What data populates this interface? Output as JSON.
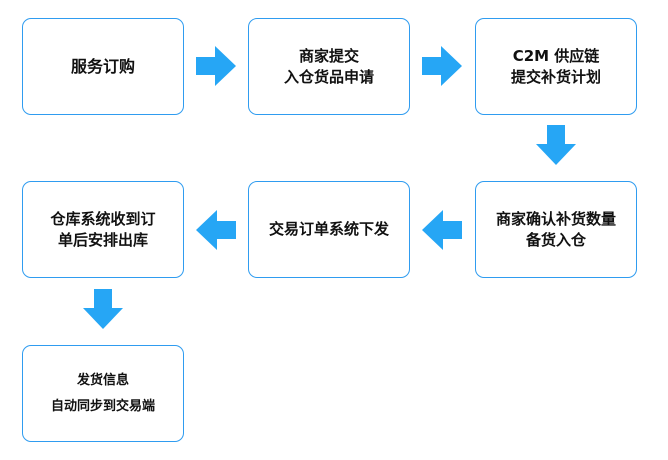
{
  "nodes": [
    {
      "id": "service-order",
      "lines": [
        "服务订购"
      ]
    },
    {
      "id": "merchant-submit",
      "lines": [
        "商家提交",
        "入仓货品申请"
      ]
    },
    {
      "id": "c2m-supply-chain",
      "lines": [
        "C2M 供应链",
        "提交补货计划"
      ]
    },
    {
      "id": "merchant-confirm",
      "lines": [
        "商家确认补货数量",
        "备货入仓"
      ]
    },
    {
      "id": "trading-order-dispatch",
      "lines": [
        "交易订单系统下发"
      ]
    },
    {
      "id": "warehouse-receive",
      "lines": [
        "仓库系统收到订",
        "单后安排出库"
      ]
    },
    {
      "id": "shipping-info",
      "lines": [
        "发货信息",
        "自动同步到交易端"
      ]
    }
  ],
  "edges": [
    {
      "from": "service-order",
      "to": "merchant-submit",
      "direction": "right"
    },
    {
      "from": "merchant-submit",
      "to": "c2m-supply-chain",
      "direction": "right"
    },
    {
      "from": "c2m-supply-chain",
      "to": "merchant-confirm",
      "direction": "down"
    },
    {
      "from": "merchant-confirm",
      "to": "trading-order-dispatch",
      "direction": "left"
    },
    {
      "from": "trading-order-dispatch",
      "to": "warehouse-receive",
      "direction": "left"
    },
    {
      "from": "warehouse-receive",
      "to": "shipping-info",
      "direction": "down"
    }
  ],
  "colors": {
    "box_border": "#2f9cf0",
    "arrow_fill": "#26a6f5",
    "text": "#111111"
  }
}
